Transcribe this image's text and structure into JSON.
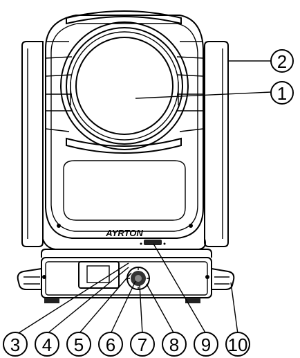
{
  "brand_text": "AYRTON",
  "callouts": [
    {
      "label": "1",
      "target": "lens"
    },
    {
      "label": "2",
      "target": "tilt-arm"
    },
    {
      "label": "3",
      "target": "base-display"
    },
    {
      "label": "4",
      "target": "base-display"
    },
    {
      "label": "5",
      "target": "control-button"
    },
    {
      "label": "6",
      "target": "control-button"
    },
    {
      "label": "7",
      "target": "control-button"
    },
    {
      "label": "8",
      "target": "control-button"
    },
    {
      "label": "9",
      "target": "yoke-connector"
    },
    {
      "label": "10",
      "target": "base-handle"
    }
  ]
}
